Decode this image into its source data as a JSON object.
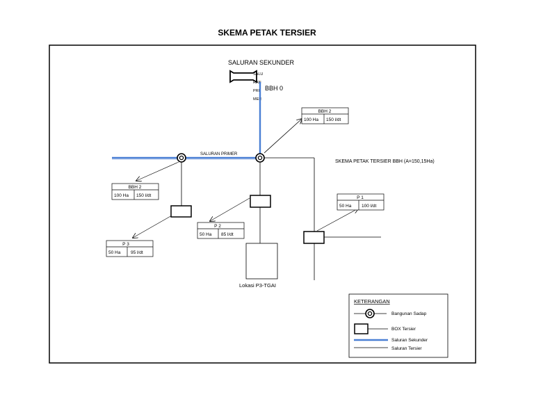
{
  "page": {
    "title": "SKEMA PETAK TERSIER"
  },
  "diagram": {
    "saluran_sekunder": "SALURAN SEKUNDER",
    "bbh0": "BBH 0",
    "overlap_words": [
      "SALU",
      "RAN",
      "PRI",
      "MER"
    ],
    "saluran_primer": "SALURAN PRIMER",
    "skema_label": "SKEMA PETAK TERSIER BBH (A=150,15Ha)",
    "lokasi": "Lokasi P3-TGAI",
    "boxes": {
      "bbh2_right": {
        "name": "BBH 2",
        "area": "100 Ha",
        "flow": "150 l/dt"
      },
      "bbh2_left": {
        "name": "BBH 2",
        "area": "100 Ha",
        "flow": "150 l/dt"
      },
      "p1": {
        "name": "P 1",
        "area": "50 Ha",
        "flow": "100 l/dt"
      },
      "p2": {
        "name": "P 2",
        "area": "50 Ha",
        "flow": "85 l/dt"
      },
      "p3": {
        "name": "P 3",
        "area": "50 Ha",
        "flow": "95 l/dt"
      }
    }
  },
  "legend": {
    "title": "KETERANGAN",
    "items": [
      {
        "label": "Bangunan Sadap"
      },
      {
        "label": "BOX Tersier"
      },
      {
        "label": "Saluran Sekunder"
      },
      {
        "label": "Saluran Tersier"
      }
    ]
  },
  "colors": {
    "secondary_channel": "#4a7fd4",
    "line": "#000000"
  }
}
